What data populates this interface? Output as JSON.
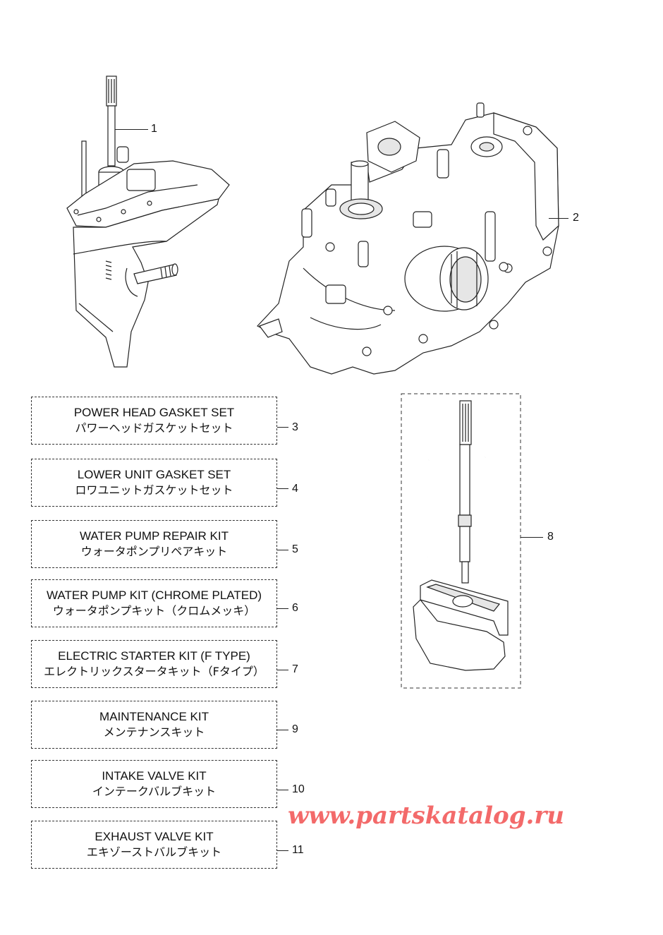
{
  "callouts": {
    "c1": "1",
    "c2": "2",
    "c3": "3",
    "c4": "4",
    "c5": "5",
    "c6": "6",
    "c7": "7",
    "c8": "8",
    "c9": "9",
    "c10": "10",
    "c11": "11"
  },
  "kits": [
    {
      "en": "POWER HEAD GASKET SET",
      "jp": "パワーヘッドガスケットセット"
    },
    {
      "en": "LOWER UNIT GASKET SET",
      "jp": "ロワユニットガスケットセット"
    },
    {
      "en": "WATER PUMP REPAIR KIT",
      "jp": "ウォータポンプリペアキット"
    },
    {
      "en": "WATER PUMP KIT (CHROME PLATED)",
      "jp": "ウォータポンプキット（クロムメッキ）"
    },
    {
      "en": "ELECTRIC STARTER KIT (F TYPE)",
      "jp": "エレクトリックスタータキット（Fタイプ）"
    },
    {
      "en": "MAINTENANCE KIT",
      "jp": "メンテナンスキット"
    },
    {
      "en": "INTAKE VALVE KIT",
      "jp": "インテークバルブキット"
    },
    {
      "en": "EXHAUST VALVE KIT",
      "jp": "エキゾーストバルブキット"
    }
  ],
  "watermark": "www.partskatalog.ru"
}
